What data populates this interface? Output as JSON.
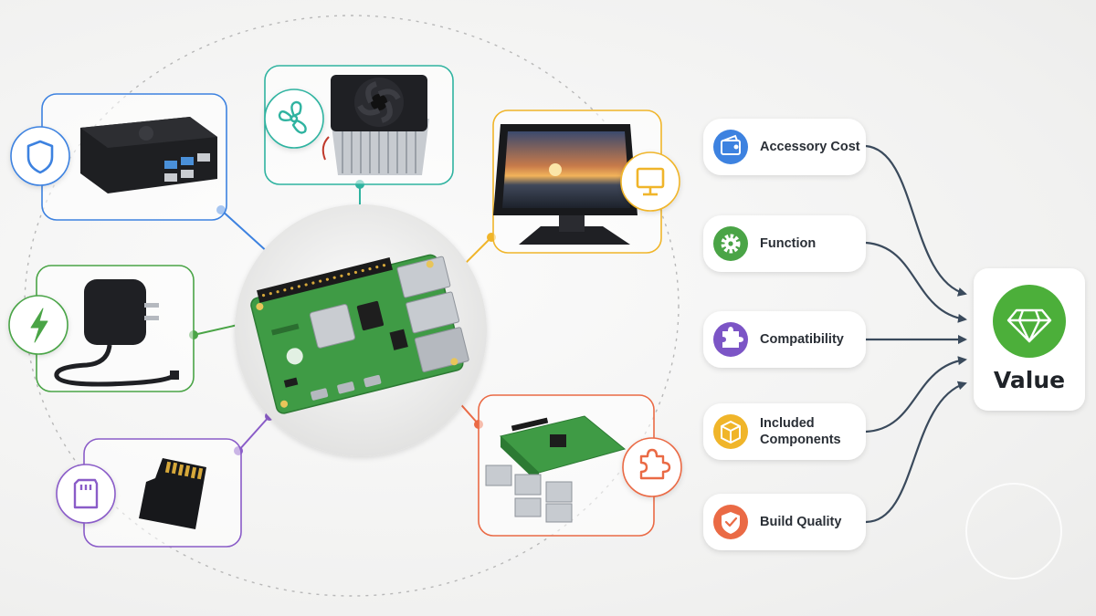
{
  "factors": [
    {
      "id": "accessory-cost",
      "label": "Accessory Cost",
      "icon": "wallet-icon",
      "color": "#3d82e0"
    },
    {
      "id": "function",
      "label": "Function",
      "icon": "gear-icon",
      "color": "#4aa446"
    },
    {
      "id": "compatibility",
      "label": "Compatibility",
      "icon": "puzzle-icon",
      "color": "#7c55c6"
    },
    {
      "id": "included-components",
      "label": "Included\nComponents",
      "icon": "box-icon",
      "color": "#f0b52a"
    },
    {
      "id": "build-quality",
      "label": "Build Quality",
      "icon": "shield-check-icon",
      "color": "#ea6a45"
    }
  ],
  "value": {
    "label": "Value",
    "icon": "diamond-icon",
    "color": "#4caf3a"
  },
  "accessories": [
    {
      "id": "case",
      "name": "case-card",
      "icon": "shield-icon",
      "color": "#3d82e0"
    },
    {
      "id": "cooling",
      "name": "cooling-fan-card",
      "icon": "fan-icon",
      "color": "#2fb3a0"
    },
    {
      "id": "display",
      "name": "display-card",
      "icon": "monitor-icon",
      "color": "#f0b52a"
    },
    {
      "id": "power",
      "name": "power-supply-card",
      "icon": "lightning-icon",
      "color": "#4aa446"
    },
    {
      "id": "storage",
      "name": "sd-card-card",
      "icon": "sd-card-icon",
      "color": "#8a5cc8"
    },
    {
      "id": "hat",
      "name": "expansion-hat-card",
      "icon": "puzzle-icon",
      "color": "#ea6a45"
    }
  ]
}
